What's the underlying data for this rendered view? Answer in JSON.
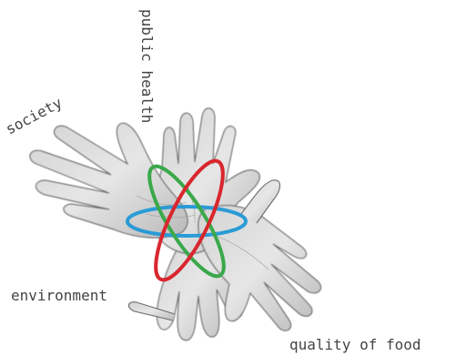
{
  "labels": {
    "society": "society",
    "public_health": "public health",
    "environment": "environment",
    "quality_of_food": "quality of food"
  },
  "rings": [
    {
      "name": "blue-ring",
      "color": "#2a9bd6"
    },
    {
      "name": "green-ring",
      "color": "#3aa84a"
    },
    {
      "name": "red-ring",
      "color": "#d9262e"
    }
  ],
  "hands": [
    {
      "name": "hand-society"
    },
    {
      "name": "hand-public-health"
    },
    {
      "name": "hand-environment"
    },
    {
      "name": "hand-quality-of-food"
    }
  ]
}
